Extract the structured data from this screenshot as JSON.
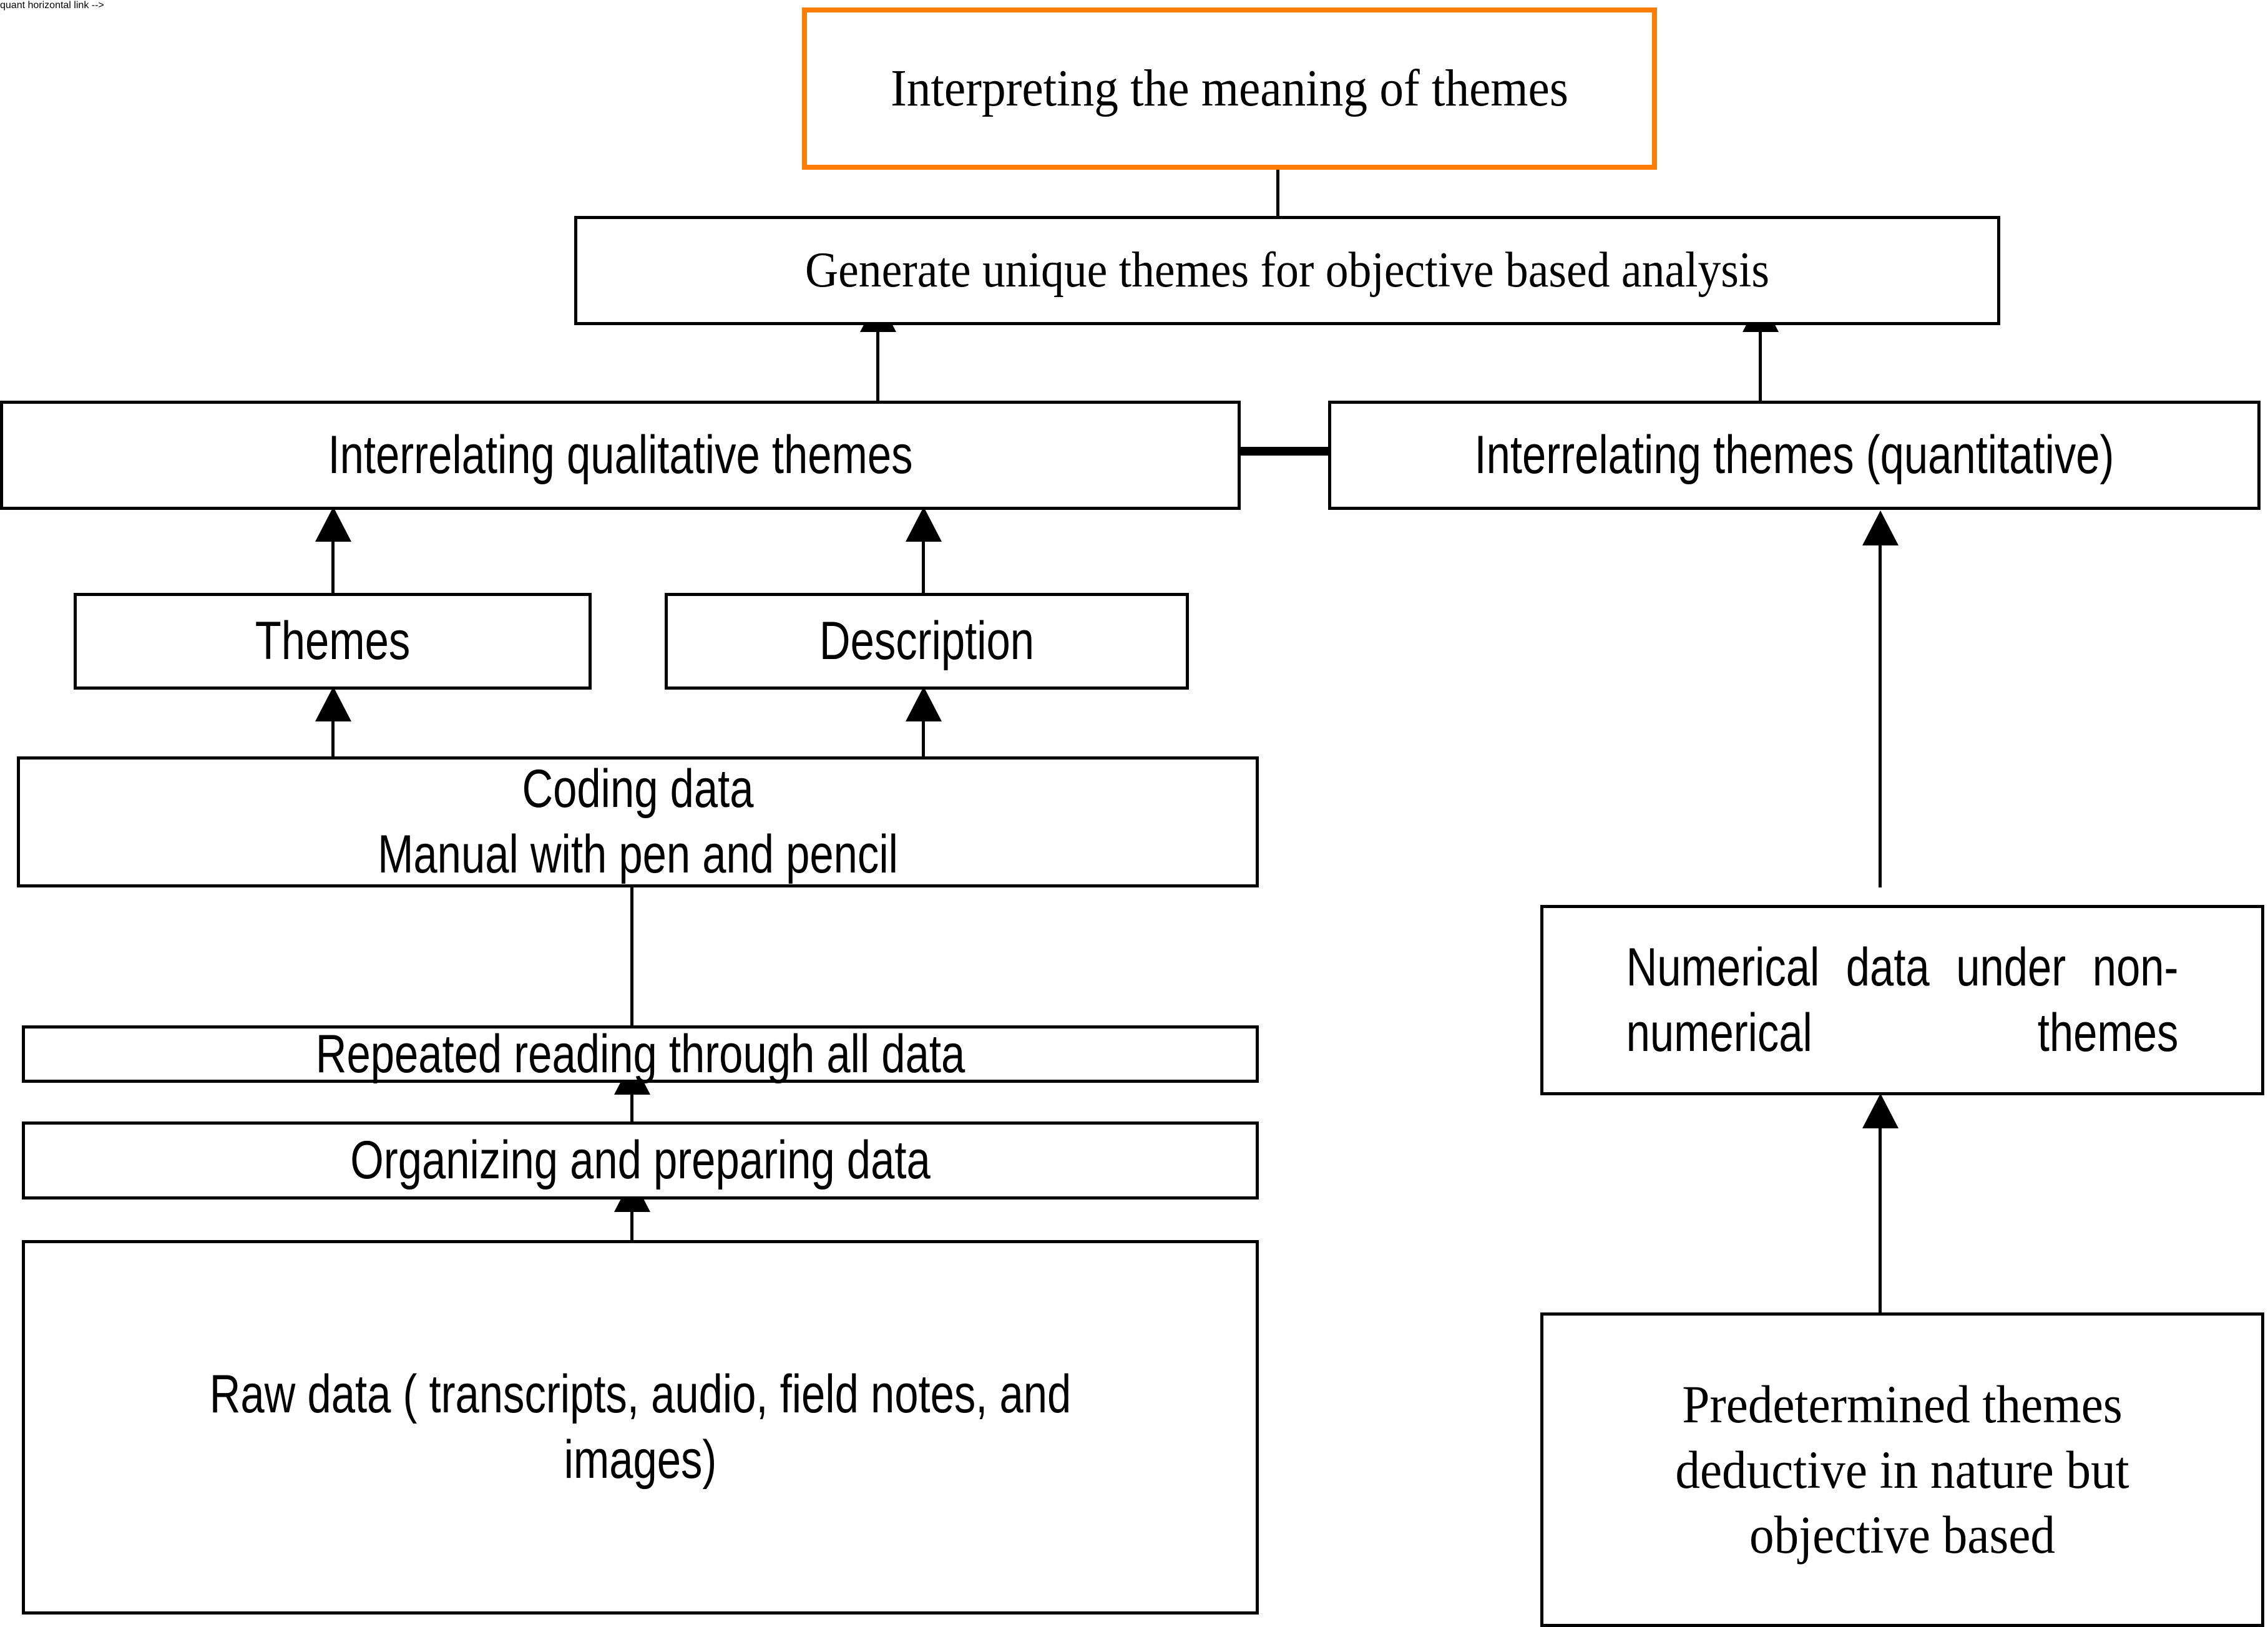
{
  "diagram": {
    "title": "Qualitative and quantitative data analysis flow",
    "accent_color": "#FB7D05",
    "line_color": "#000000",
    "background": "#FFFFFF"
  },
  "nodes": {
    "interpreting": {
      "label": "Interpreting the meaning of themes"
    },
    "generate": {
      "label": "Generate unique themes  for objective based  analysis"
    },
    "interrelating_qual": {
      "label": "Interrelating qualitative  themes"
    },
    "interrelating_quant": {
      "label": "Interrelating themes (quantitative)"
    },
    "themes": {
      "label": "Themes"
    },
    "description": {
      "label": "Description"
    },
    "coding": {
      "label": "Coding data\nManual with pen and pencil"
    },
    "repeated_reading": {
      "label": "Repeated reading through all data"
    },
    "organizing": {
      "label": "Organizing and preparing data"
    },
    "raw_data": {
      "label": "Raw data ( transcripts, audio, field notes, and images)"
    },
    "numerical": {
      "label": "Numerical data under non-numerical themes"
    },
    "predetermined": {
      "label": "Predetermined themes deductive in nature but objective based"
    }
  },
  "edges": [
    {
      "id": "raw-to-organizing",
      "from": "raw_data",
      "to": "organizing",
      "kind": "arrow-up"
    },
    {
      "id": "organizing-to-repeated",
      "from": "organizing",
      "to": "repeated_reading",
      "kind": "arrow-up"
    },
    {
      "id": "repeated-to-coding",
      "from": "repeated_reading",
      "to": "coding",
      "kind": "arrow-up"
    },
    {
      "id": "coding-to-themes",
      "from": "coding",
      "to": "themes",
      "kind": "arrow-up"
    },
    {
      "id": "coding-to-description",
      "from": "coding",
      "to": "description",
      "kind": "arrow-up"
    },
    {
      "id": "themes-to-interrelating-qual",
      "from": "themes",
      "to": "interrelating_qual",
      "kind": "arrow-up"
    },
    {
      "id": "description-to-interrelating-qual",
      "from": "description",
      "to": "interrelating_qual",
      "kind": "arrow-up"
    },
    {
      "id": "interrelating-qual-to-generate",
      "from": "interrelating_qual",
      "to": "generate",
      "kind": "arrow-up"
    },
    {
      "id": "qual-to-quant-link",
      "from": "interrelating_qual",
      "to": "interrelating_quant",
      "kind": "line"
    },
    {
      "id": "predetermined-to-numerical",
      "from": "predetermined",
      "to": "numerical",
      "kind": "arrow-up"
    },
    {
      "id": "numerical-to-interrelating-quant",
      "from": "numerical",
      "to": "interrelating_quant",
      "kind": "arrow-up"
    },
    {
      "id": "interrelating-quant-to-generate",
      "from": "interrelating_quant",
      "to": "generate",
      "kind": "arrow-up"
    },
    {
      "id": "generate-to-interpreting",
      "from": "generate",
      "to": "interpreting",
      "kind": "arrow-up"
    }
  ]
}
